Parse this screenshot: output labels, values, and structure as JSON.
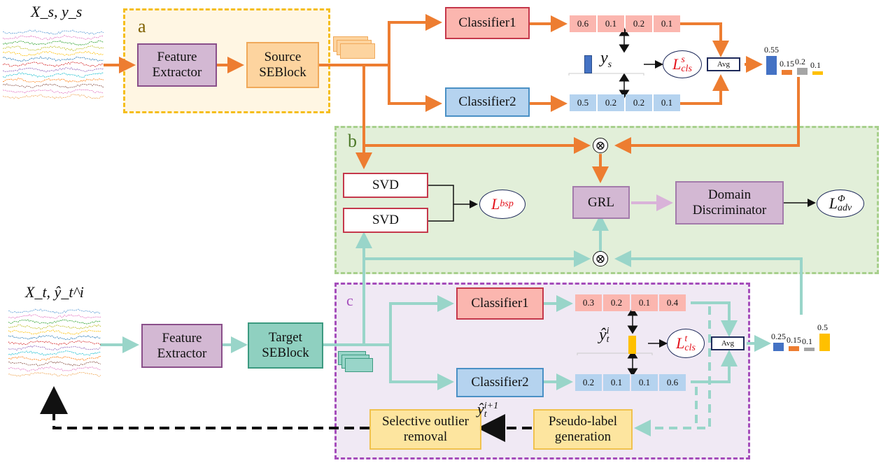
{
  "inputs": {
    "source_label": "X_s, y_s",
    "target_label": "X_t, ŷ_t^i"
  },
  "regions": {
    "a": {
      "label": "a"
    },
    "b": {
      "label": "b"
    },
    "c": {
      "label": "c"
    }
  },
  "source_branch": {
    "feature_extractor": "Feature Extractor",
    "seblock": "Source SEBlock",
    "classifier1": "Classifier1",
    "classifier2": "Classifier2",
    "classifier1_scores": [
      "0.6",
      "0.1",
      "0.2",
      "0.1"
    ],
    "classifier2_scores": [
      "0.5",
      "0.2",
      "0.2",
      "0.1"
    ],
    "label_symbol": "y",
    "label_sub": "s",
    "loss": {
      "base": "L",
      "sup": "s",
      "sub": "cls"
    },
    "avg_label": "Avg",
    "avg_output": [
      {
        "value": "0.55",
        "color": "#4472c4",
        "fraction": 0.55
      },
      {
        "value": "0.15",
        "color": "#ed7d31",
        "fraction": 0.15
      },
      {
        "value": "0.2",
        "color": "#a5a5a5",
        "fraction": 0.2
      },
      {
        "value": "0.1",
        "color": "#ffc000",
        "fraction": 0.1
      }
    ]
  },
  "domain_branch": {
    "svd1": "SVD",
    "svd2": "SVD",
    "bsp_loss": {
      "base": "L",
      "sub": "bsp"
    },
    "grl": "GRL",
    "discriminator": "Domain Discriminator",
    "adv_loss": {
      "base": "L",
      "sup": "Φ",
      "sub": "adv"
    },
    "multiply_symbol": "⊗"
  },
  "target_branch": {
    "feature_extractor": "Feature Extractor",
    "seblock": "Target SEBlock",
    "classifier1": "Classifier1",
    "classifier2": "Classifier2",
    "classifier1_scores": [
      "0.3",
      "0.2",
      "0.1",
      "0.4"
    ],
    "classifier2_scores": [
      "0.2",
      "0.1",
      "0.1",
      "0.6"
    ],
    "label_symbol": "ŷ",
    "label_sub": "t",
    "label_sup": "i",
    "loss": {
      "base": "L",
      "sup": "t",
      "sub": "cls"
    },
    "avg_label": "Avg",
    "avg_output": [
      {
        "value": "0.25",
        "color": "#4472c4",
        "fraction": 0.25
      },
      {
        "value": "0.15",
        "color": "#ed7d31",
        "fraction": 0.15
      },
      {
        "value": "0.1",
        "color": "#a5a5a5",
        "fraction": 0.1
      },
      {
        "value": "0.5",
        "color": "#ffc000",
        "fraction": 0.5
      }
    ],
    "pseudo_label": "Pseudo-label generation",
    "outlier_removal": "Selective outlier removal",
    "next_label": {
      "base": "ŷ",
      "sub": "t",
      "sup": "i+1"
    }
  },
  "colors": {
    "source_flow": "#ed7d31",
    "target_flow": "#99d5c9",
    "discriminator_flow": "#d9b3d9",
    "feedback": "#111111"
  }
}
